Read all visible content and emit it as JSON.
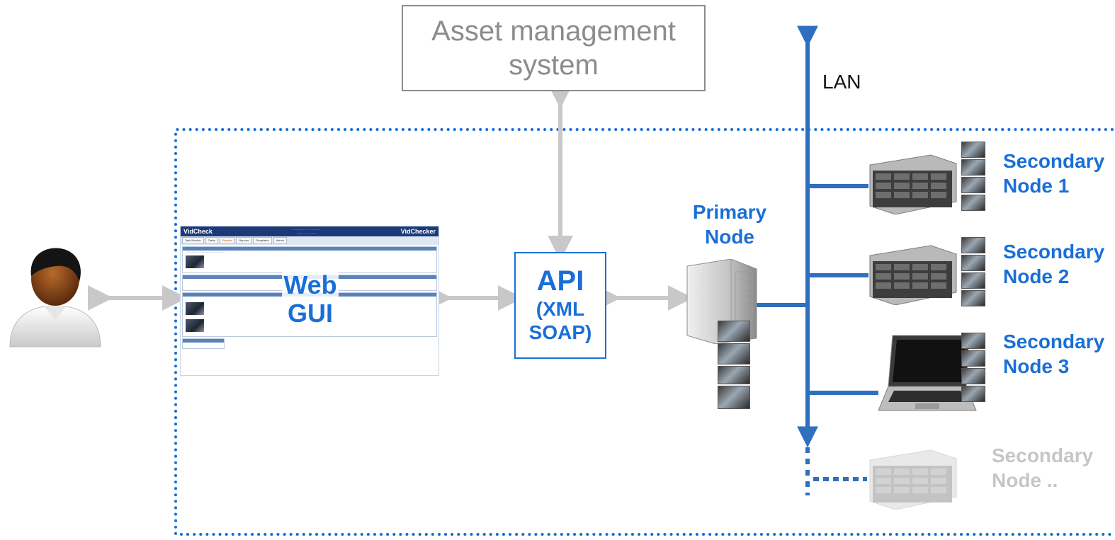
{
  "asset_management": {
    "label": "Asset management system"
  },
  "lan": {
    "label": "LAN"
  },
  "web_gui": {
    "label": "Web GUI",
    "app_title": "VidCheck",
    "app_title_right": "VidChecker",
    "tabs": [
      "Task Monitor",
      "Tasks",
      "Results",
      "Reports",
      "Templates",
      "Admin"
    ]
  },
  "api": {
    "title": "API",
    "subtitle_line1": "(XML",
    "subtitle_line2": "SOAP)"
  },
  "primary_node": {
    "line1": "Primary",
    "line2": "Node"
  },
  "secondary_nodes": [
    {
      "line1": "Secondary",
      "line2": "Node 1"
    },
    {
      "line1": "Secondary",
      "line2": "Node 2"
    },
    {
      "line1": "Secondary",
      "line2": "Node 3"
    },
    {
      "line1": "Secondary",
      "line2": "Node .."
    }
  ],
  "colors": {
    "accent_blue": "#1a6fd6",
    "lan_blue": "#2f6fbf",
    "connector_grey": "#c8c8c8",
    "faded_grey": "#c6c6c6",
    "boundary_dots": "#1a6fd6"
  }
}
